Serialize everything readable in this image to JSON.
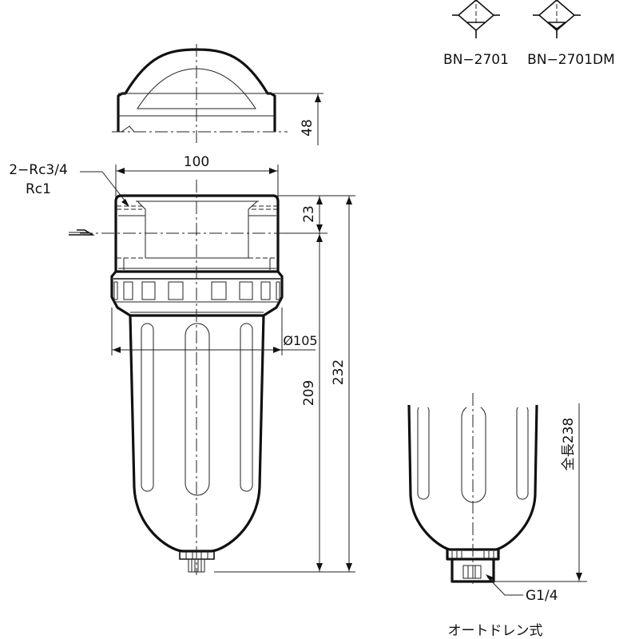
{
  "title": "Air filter outline drawing",
  "symbols": [
    {
      "model": "BN−2701",
      "icon": "filter-symbol-icon"
    },
    {
      "model": "BN−2701DM",
      "icon": "filter-with-drain-symbol-icon"
    }
  ],
  "dimensions": {
    "cap_height": "48",
    "body_width": "100",
    "port_offset": "23",
    "bowl_length": "209",
    "total_height": "232",
    "ring_diameter": "Ø105",
    "auto_drain_total_length": "全長238"
  },
  "callouts": {
    "port_size_line1": "2−Rc3/4",
    "port_size_line2": "Rc1",
    "drain_port": "G1/4"
  },
  "captions": {
    "auto_drain": "オートドレン式"
  },
  "colors": {
    "line": "#111111",
    "background": "#ffffff"
  }
}
